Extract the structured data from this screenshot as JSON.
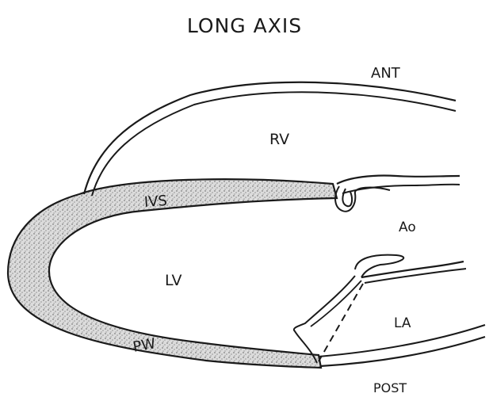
{
  "title": "LONG AXIS",
  "labels": {
    "anterior": "ANT",
    "right_ventricle": "RV",
    "interventricular_septum": "IVS",
    "aorta": "Ao",
    "left_ventricle": "LV",
    "left_atrium": "LA",
    "posterior_wall": "PW",
    "posterior": "POST"
  },
  "colors": {
    "line": "#1a1a1a",
    "stipple_fill": "#d9d9d9",
    "background": "#ffffff"
  }
}
